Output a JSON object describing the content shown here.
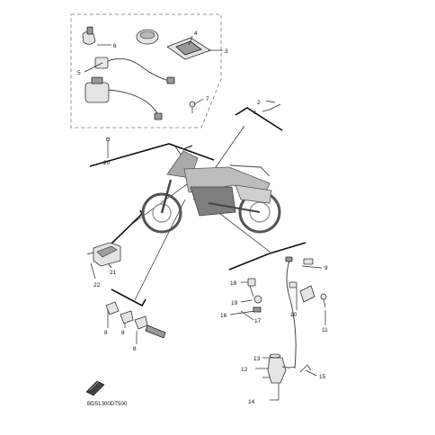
{
  "diagram_code": "BD51300DT500",
  "callouts": {
    "c1": "1",
    "c2": "2",
    "c3": "3",
    "c4": "4",
    "c5": "5",
    "c6": "6",
    "c7": "7",
    "c8a": "8",
    "c8b": "8",
    "c8c": "8",
    "c9": "9",
    "c10": "10",
    "c11": "11",
    "c12": "12",
    "c13": "13",
    "c14": "14",
    "c15": "15",
    "c16": "16",
    "c17": "17",
    "c18": "18",
    "c19": "19",
    "c20": "20",
    "c21": "21",
    "c22": "22"
  }
}
